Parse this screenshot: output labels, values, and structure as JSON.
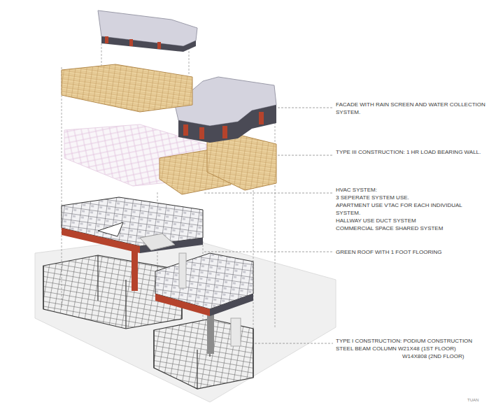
{
  "diagram": {
    "labels": [
      "FACADE WITH RAIN SCREEN AND WATER COLLECTION SYSTEM.",
      "TYPE III CONSTRUCTION: 1 HR LOAD BEARING WALL.",
      "HVAC SYSTEM:",
      "3 SEPERATE SYSTEM USE.",
      "APARTMENT USE VTAC FOR EACH INDIVIDUAL SYSTEM.",
      "HALLWAY USE DUCT SYSTEM",
      "COMMERCIAL SPACE SHARED SYSTEM",
      "GREEN ROOF WITH 1 FOOT FLOORING",
      "TYPE I CONSTRUCTION: PODIUM CONSTRUCTION",
      "STEEL BEAM COLUMN W21X48 (1ST FLOOR)",
      "W14X808 (2ND FLOOR)",
      "TUAN"
    ]
  }
}
